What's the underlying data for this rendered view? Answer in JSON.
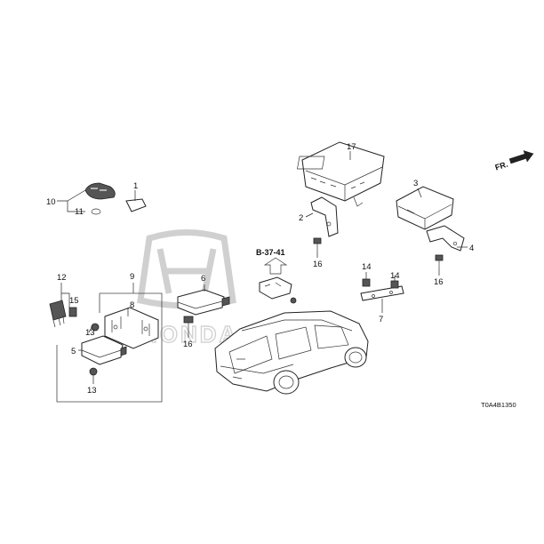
{
  "diagram": {
    "callouts": [
      "1",
      "2",
      "3",
      "4",
      "5",
      "6",
      "7",
      "8",
      "9",
      "10",
      "11",
      "12",
      "13",
      "13",
      "14",
      "14",
      "15",
      "16",
      "16",
      "16",
      "17"
    ],
    "reference": "B-37-41",
    "direction": "FR.",
    "drawing_code": "T0A4B1350",
    "watermark": "HONDA"
  }
}
